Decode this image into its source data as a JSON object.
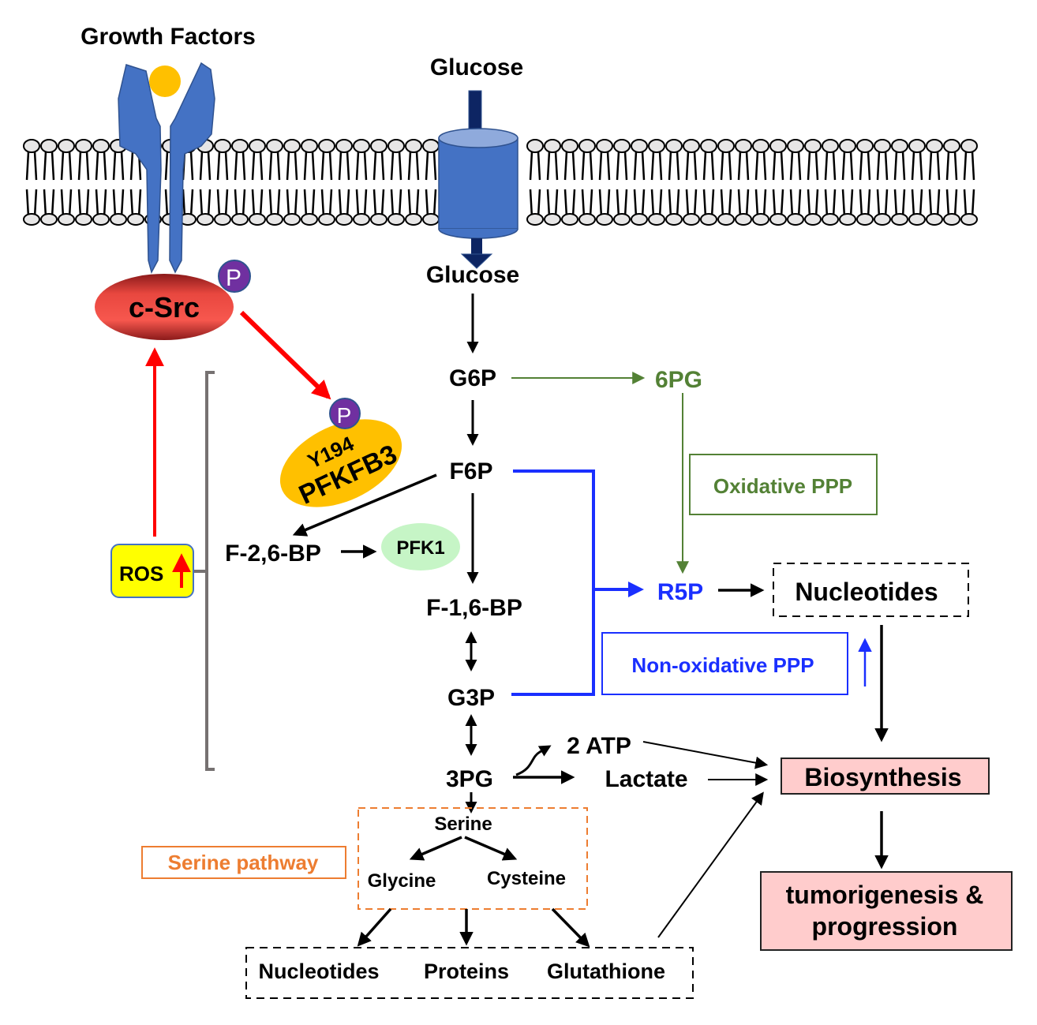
{
  "title": "PFKFB3 Y194 phosphorylation by c-Src links growth factor signaling and ROS to glycolysis, PPP and serine pathway",
  "colors": {
    "receptor": "#4472c4",
    "receptor_stroke": "#2f528f",
    "ligand": "#ffc000",
    "transporter": "#4472c4",
    "transporter_top": "#8faadc",
    "glucose_arrow": "#0d2563",
    "csrc": "#e8473f",
    "phospho": "#7030a0",
    "pfkfb3": "#ffc000",
    "pfk1": "#c6f5c6",
    "ros_fill": "#ffff00",
    "ros_stroke": "#4472c4",
    "red_arrow": "#ff0000",
    "bracket": "#767171",
    "oxidative": "#538135",
    "non_oxidative": "#1a2fff",
    "serine": "#ed7d31",
    "pink_box": "#ffcccc",
    "lipid_head": "#e7e6e6"
  },
  "labels": {
    "growth_factors": "Growth Factors",
    "glucose_out": "Glucose",
    "glucose_in": "Glucose",
    "csrc": "c-Src",
    "phospho": "P",
    "pfkfb3_site": "Y194",
    "pfkfb3": "PFKFB3",
    "ros": "ROS",
    "g6p": "G6P",
    "f6p": "F6P",
    "f26bp": "F-2,6-BP",
    "pfk1": "PFK1",
    "f16bp": "F-1,6-BP",
    "g3p": "G3P",
    "pg3": "3PG",
    "atp": "2 ATP",
    "lactate": "Lactate",
    "pg6": "6PG",
    "r5p": "R5P",
    "nucleotides_top": "Nucleotides",
    "oxidative_ppp": "Oxidative PPP",
    "non_oxidative_ppp": "Non-oxidative PPP",
    "biosynthesis": "Biosynthesis",
    "tumor_line1": "tumorigenesis &",
    "tumor_line2": "progression",
    "serine": "Serine",
    "glycine": "Glycine",
    "cysteine": "Cysteine",
    "serine_pathway": "Serine pathway",
    "nucleotides_bottom": "Nucleotides",
    "proteins": "Proteins",
    "glutathione": "Glutathione"
  },
  "icons": {
    "ros_up": "red-up-arrow-icon",
    "phospho": "phosphate-circle-icon",
    "receptor": "receptor-tyrosine-kinase-icon",
    "transporter": "glucose-transporter-icon",
    "membrane": "lipid-bilayer-icon"
  }
}
